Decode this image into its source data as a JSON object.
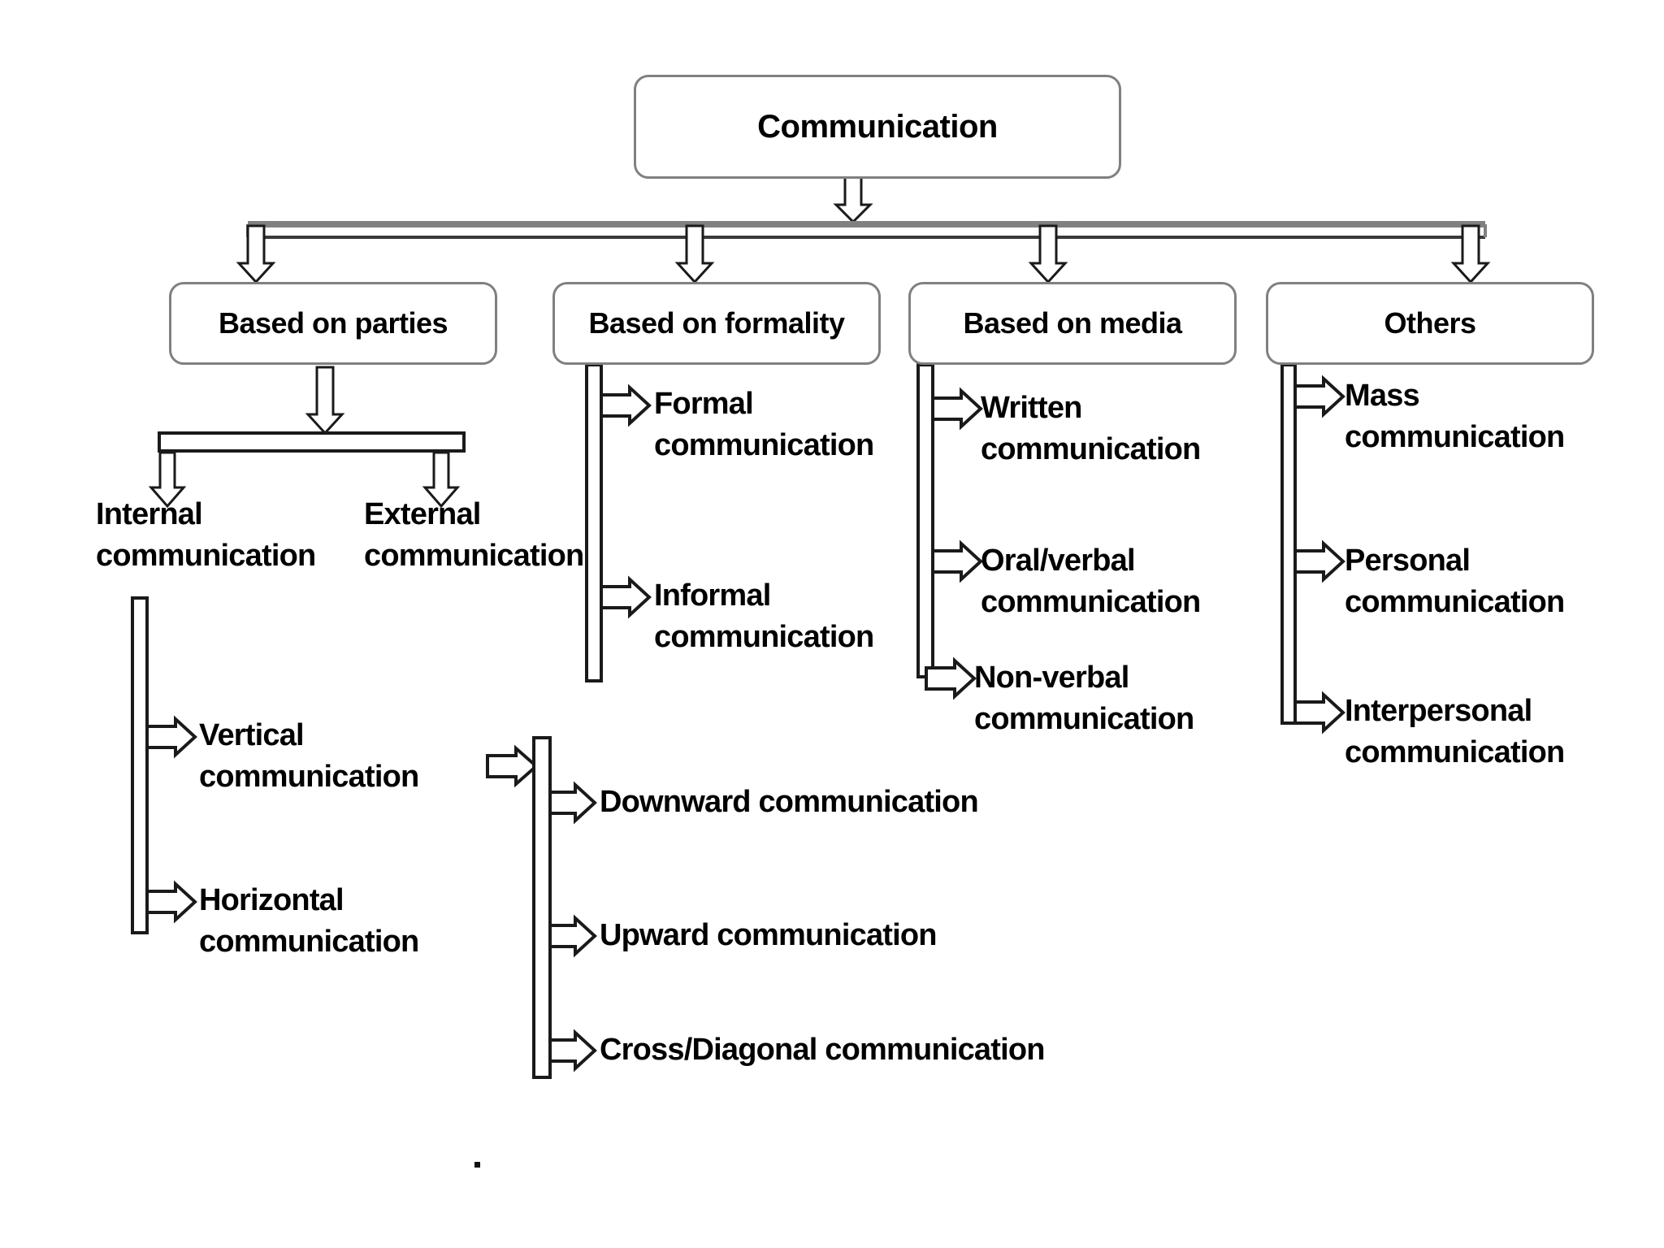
{
  "diagram": {
    "title": "Communication",
    "type": "hierarchy-tree",
    "root": {
      "label": "Communication"
    },
    "categories": [
      {
        "label": "Based on parties"
      },
      {
        "label": "Based on formality"
      },
      {
        "label": "Based on media"
      },
      {
        "label": "Others"
      }
    ],
    "parties_children": [
      {
        "label": "Internal\ncommunication"
      },
      {
        "label": "External\ncommunication"
      }
    ],
    "internal_children": [
      {
        "label": "Vertical\ncommunication"
      },
      {
        "label": "Horizontal\ncommunication"
      }
    ],
    "vertical_children": [
      {
        "label": "Downward communication"
      },
      {
        "label": "Upward communication"
      },
      {
        "label": "Cross/Diagonal communication"
      }
    ],
    "formality_children": [
      {
        "label": "Formal\ncommunication"
      },
      {
        "label": "Informal\ncommunication"
      }
    ],
    "media_children": [
      {
        "label": "Written\ncommunication"
      },
      {
        "label": "Oral/verbal\ncommunication"
      },
      {
        "label": "Non-verbal\ncommunication"
      }
    ],
    "others_children": [
      {
        "label": "Mass\ncommunication"
      },
      {
        "label": "Personal\ncommunication"
      },
      {
        "label": "Interpersonal\ncommunication"
      }
    ],
    "footnote": "."
  },
  "colors": {
    "box_border": "#808080",
    "spine": "#1a1a1a",
    "arrow_outline": "#1a1a1a",
    "arrow_fill": "#ffffff",
    "connector_bar": "#808080",
    "text": "#000000",
    "background": "#ffffff"
  }
}
